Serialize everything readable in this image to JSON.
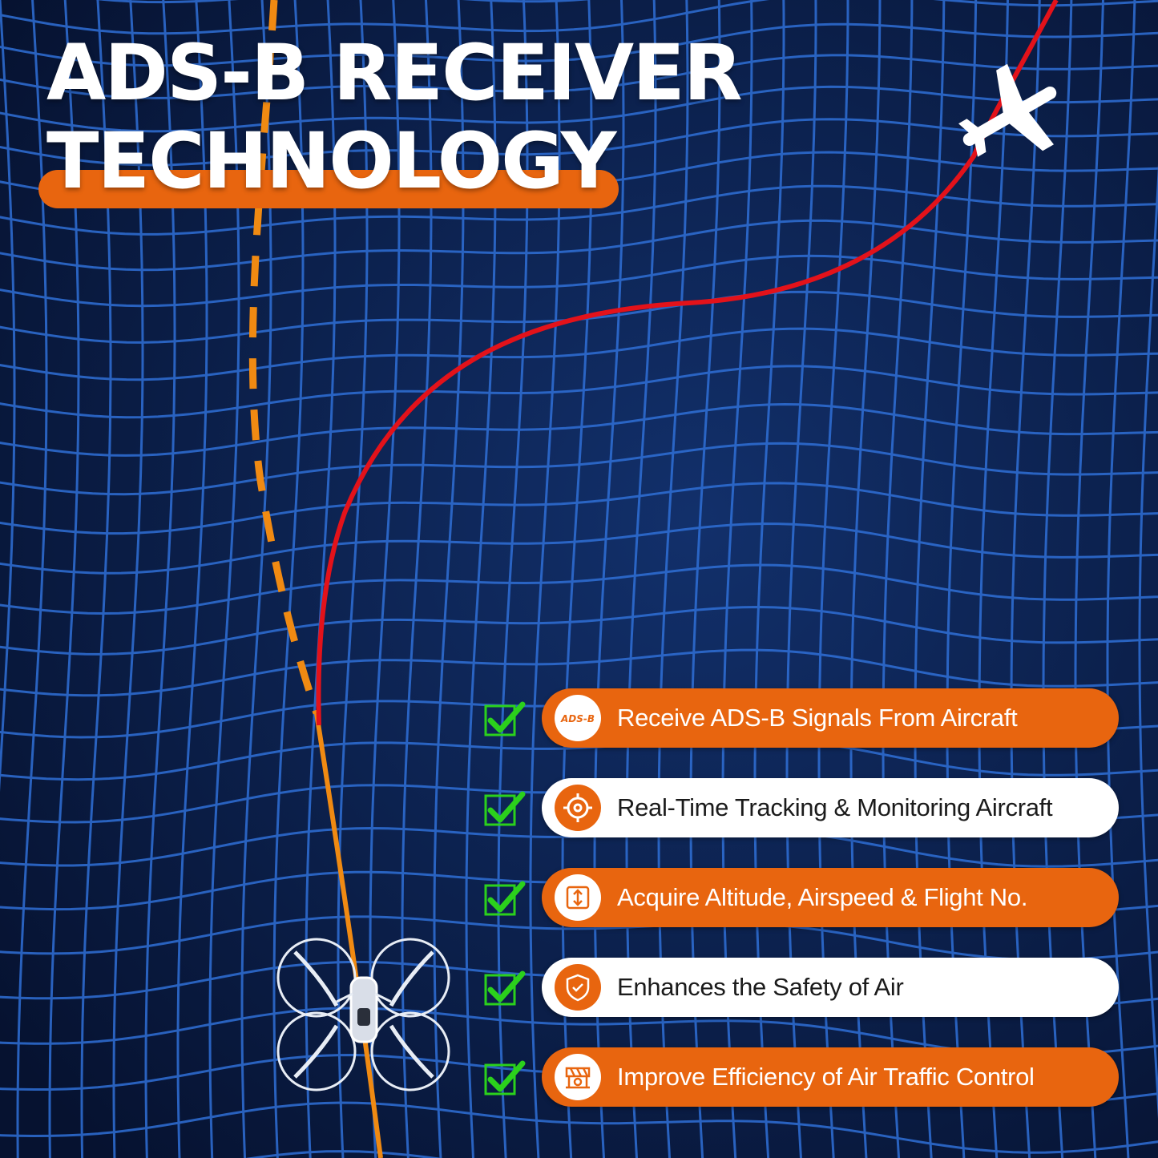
{
  "title": {
    "line1": "ADS-B RECEIVER",
    "line2": "TECHNOLOGY"
  },
  "badge_text": "ADS-B",
  "colors": {
    "accent": "#e8650f",
    "background": "#0a1a3c",
    "grid": "#2f6fd6",
    "flight_path": "#e3121a",
    "check": "#2bd11c"
  },
  "features": [
    {
      "label": "Receive ADS-B Signals From Aircraft",
      "icon": "ads-b-badge-icon",
      "style": "orange"
    },
    {
      "label": "Real-Time Tracking & Monitoring Aircraft",
      "icon": "target-icon",
      "style": "white"
    },
    {
      "label": "Acquire Altitude, Airspeed & Flight No.",
      "icon": "altitude-icon",
      "style": "orange"
    },
    {
      "label": "Enhances the Safety of Air",
      "icon": "shield-check-icon",
      "style": "white"
    },
    {
      "label": "Improve Efficiency of Air Traffic Control",
      "icon": "traffic-barrier-icon",
      "style": "orange"
    }
  ]
}
